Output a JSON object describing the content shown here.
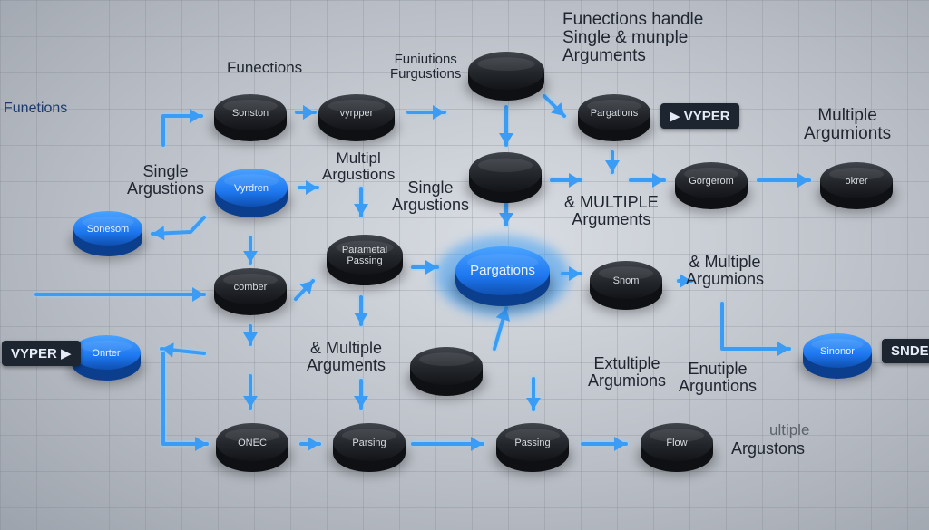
{
  "colors": {
    "dark_node": "#2a2d33",
    "blue_node": "#1e78f0",
    "arrow": "#3b9cf5",
    "text": "#1f2630",
    "tag_bg": "#1c2530"
  },
  "nodes": [
    {
      "id": "n-top-center",
      "label": "",
      "style": "dark"
    },
    {
      "id": "n-functions-row",
      "label": "Sonston",
      "style": "dark"
    },
    {
      "id": "n-vyper-row",
      "label": "vyrpper",
      "style": "dark"
    },
    {
      "id": "n-pargations-top",
      "label": "Pargations",
      "style": "dark"
    },
    {
      "id": "n-sonesom",
      "label": "Sonesom",
      "style": "blue"
    },
    {
      "id": "n-vyrdren",
      "label": "Vyrdren",
      "style": "blue"
    },
    {
      "id": "n-center-dark",
      "label": "",
      "style": "dark"
    },
    {
      "id": "n-gorgerom",
      "label": "Gorgerom",
      "style": "dark"
    },
    {
      "id": "n-okrer",
      "label": "okrer",
      "style": "dark"
    },
    {
      "id": "n-comber",
      "label": "comber",
      "style": "dark"
    },
    {
      "id": "n-parameter-passing",
      "label": "Parametal Passing",
      "style": "dark"
    },
    {
      "id": "n-pargations",
      "label": "Pargations",
      "style": "blue-glow"
    },
    {
      "id": "n-snom",
      "label": "Snom",
      "style": "dark"
    },
    {
      "id": "n-onrter",
      "label": "Onrter",
      "style": "blue"
    },
    {
      "id": "n-mid-bottom",
      "label": "",
      "style": "dark"
    },
    {
      "id": "n-sinonor",
      "label": "Sinonor",
      "style": "blue"
    },
    {
      "id": "n-onec",
      "label": "ONEC",
      "style": "dark"
    },
    {
      "id": "n-parsing",
      "label": "Parsing",
      "style": "dark"
    },
    {
      "id": "n-passing",
      "label": "Passing",
      "style": "dark"
    },
    {
      "id": "n-flow",
      "label": "Flow",
      "style": "dark"
    }
  ],
  "labels": [
    {
      "id": "l-functions-handle",
      "text": "Funections handle\nSingle & munple\nArguments"
    },
    {
      "id": "l-functions-top",
      "text": "Funections"
    },
    {
      "id": "l-funiutions",
      "text": "Funiutions\nFurgustions"
    },
    {
      "id": "l-functions-left",
      "text": "Funetions"
    },
    {
      "id": "l-multiple-right",
      "text": "Multiple\nArgumionts"
    },
    {
      "id": "l-single-left",
      "text": "Single\nArgustions"
    },
    {
      "id": "l-multipl",
      "text": "Multipl\nArgustions"
    },
    {
      "id": "l-single-mid",
      "text": "Single\nArgustions"
    },
    {
      "id": "l-multiple-mid",
      "text": "& MULTIPLE\nArguments"
    },
    {
      "id": "l-multiple-snom",
      "text": "& Multiple\nArgumions"
    },
    {
      "id": "l-multiple-lower",
      "text": "& Multiple\nArguments"
    },
    {
      "id": "l-extultip",
      "text": "Extultiple\nArgumions"
    },
    {
      "id": "l-enutiple",
      "text": "Enutiple\nArguntions"
    },
    {
      "id": "l-multiple-faint",
      "text": "ultiple"
    },
    {
      "id": "l-argustons",
      "text": "Argustons"
    }
  ],
  "tags": [
    {
      "id": "t-vyper-top",
      "text": "▶ VYPER"
    },
    {
      "id": "t-vyper-left",
      "text": "VYPER ▶"
    },
    {
      "id": "t-snde",
      "text": "SNDE"
    }
  ]
}
